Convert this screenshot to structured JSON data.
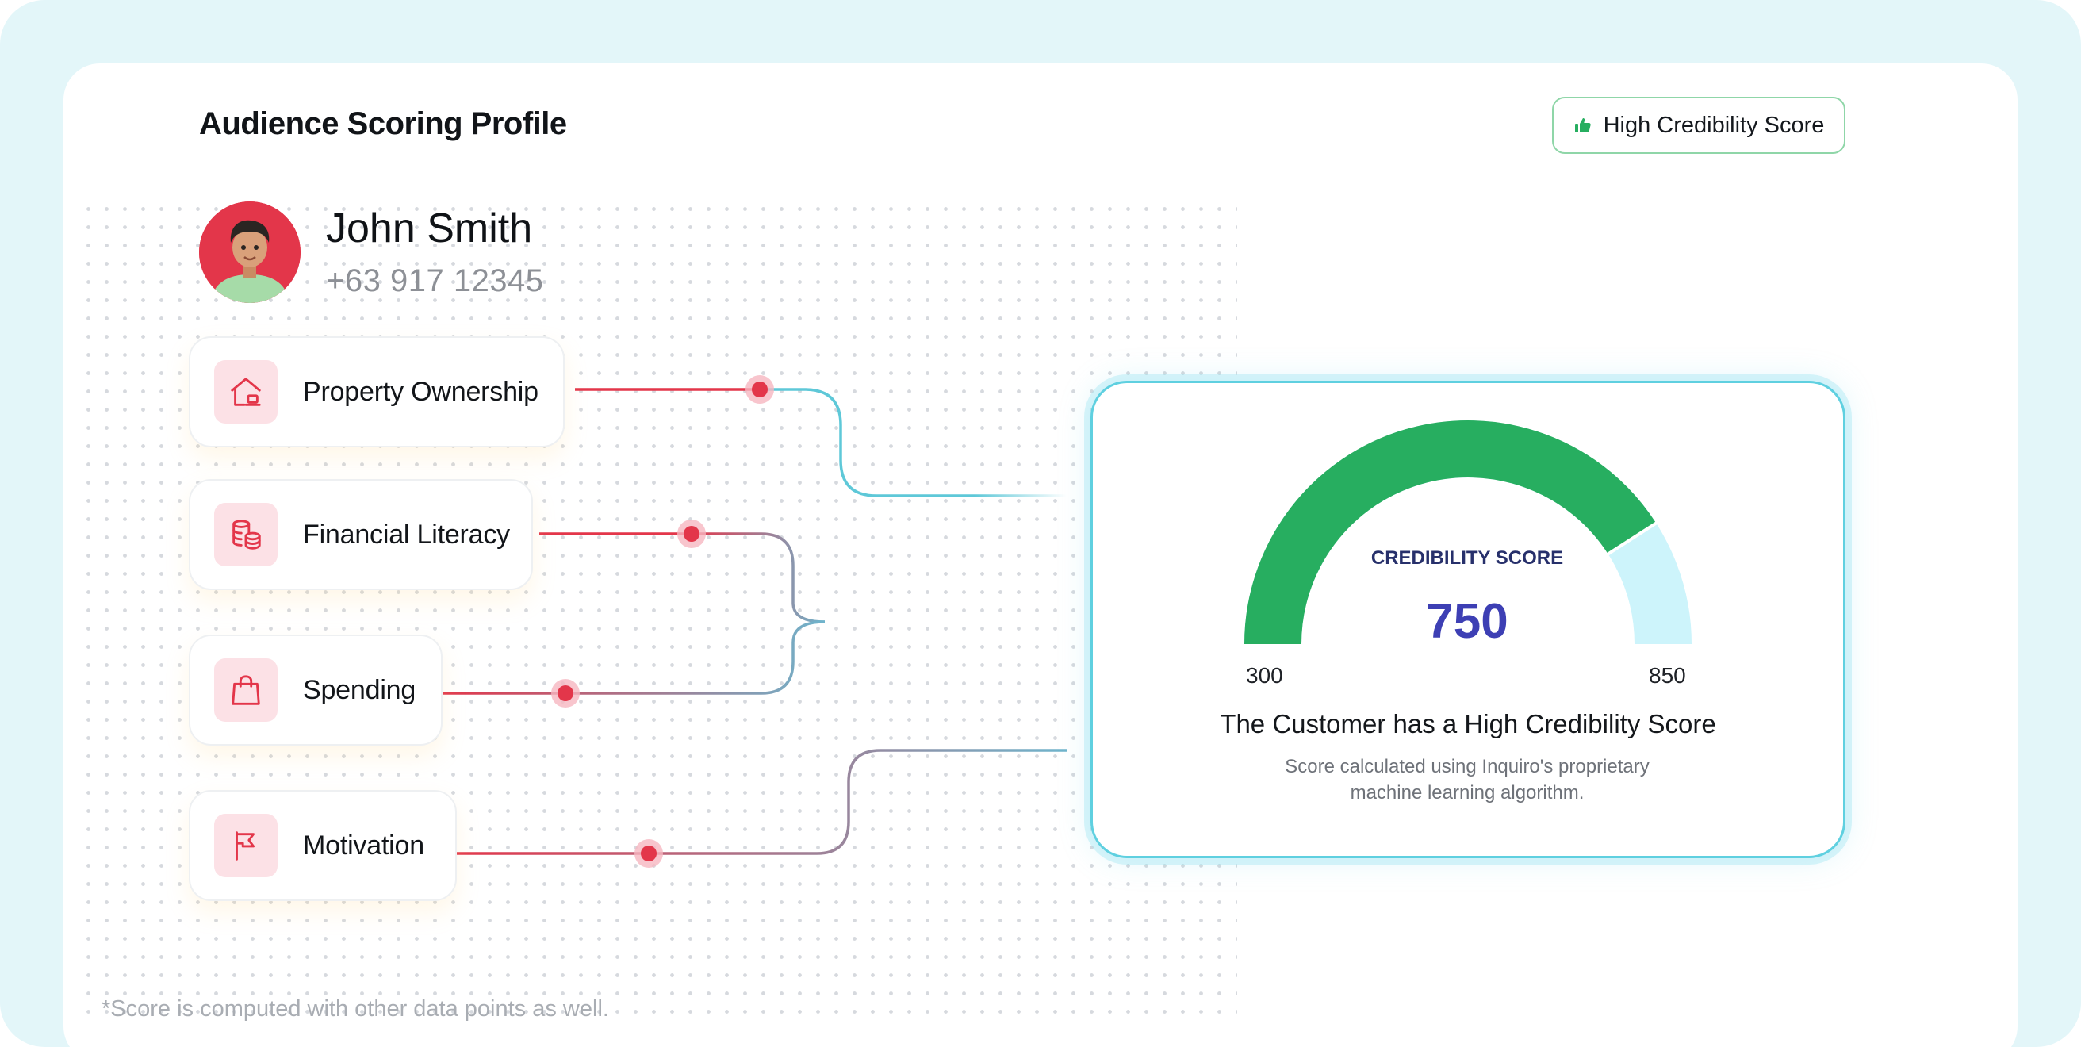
{
  "page": {
    "title": "Audience Scoring Profile",
    "badge_label": "High Credibility Score",
    "footnote": "*Score is computed with other data points as well."
  },
  "user": {
    "name": "John Smith",
    "phone": "+63 917 12345"
  },
  "factors": [
    {
      "label": "Property Ownership",
      "icon": "house-icon"
    },
    {
      "label": "Financial Literacy",
      "icon": "coins-icon"
    },
    {
      "label": "Spending",
      "icon": "shopping-bag-icon"
    },
    {
      "label": "Motivation",
      "icon": "flag-icon"
    }
  ],
  "score": {
    "label": "CREDIBILITY SCORE",
    "value": "750",
    "min": "300",
    "max": "850",
    "headline": "The Customer has a High Credibility Score",
    "description": "Score calculated using Inquiro's proprietary machine learning algorithm."
  },
  "colors": {
    "accent_red": "#e3364a",
    "gauge_fill": "#27ae60",
    "gauge_track": "#cdf4fb",
    "score_value": "#3d3fb4",
    "card_border": "#5fd0e0"
  }
}
